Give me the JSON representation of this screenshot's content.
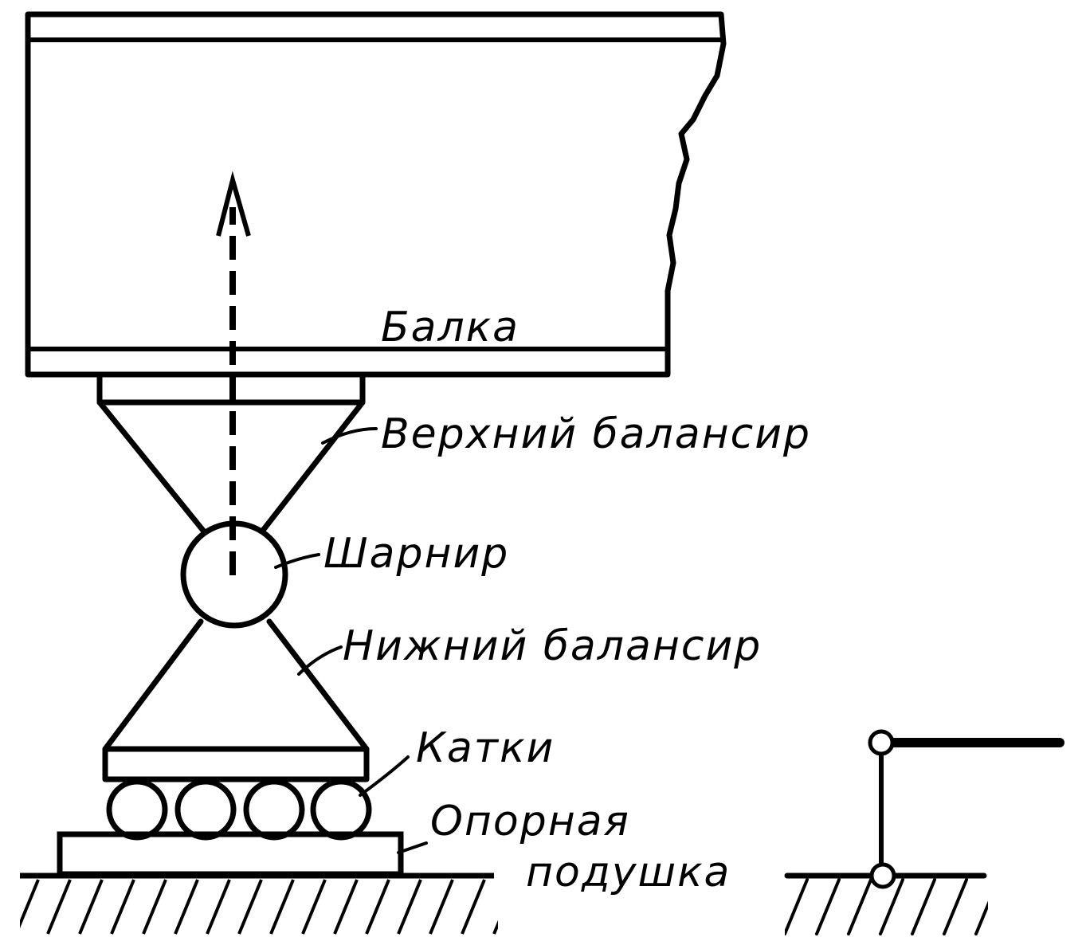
{
  "labels": {
    "beam": "Балка",
    "upper_balancer": "Верхний балансир",
    "hinge": "Шарнир",
    "lower_balancer": "Нижний балансир",
    "rollers": "Катки",
    "bearing_pad_line1": "Опорная",
    "bearing_pad_line2": "подушка"
  },
  "colors": {
    "ink": "#000000",
    "paper": "#ffffff"
  }
}
